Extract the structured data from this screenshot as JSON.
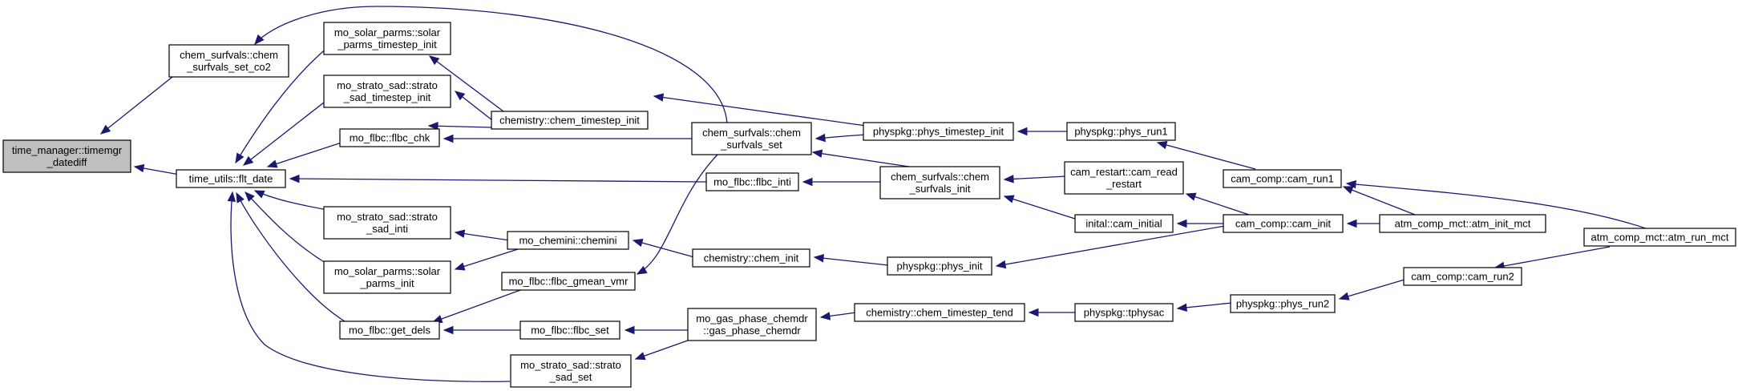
{
  "graph": {
    "colors": {
      "edge": "#191970",
      "node_border": "#000000",
      "root_fill": "#bfbfbf",
      "node_fill": "#ffffff"
    },
    "nodes": [
      {
        "id": "n_timemgr",
        "lines": [
          "time_manager::timemgr",
          "_datediff"
        ],
        "root": true
      },
      {
        "id": "n_surf_co2",
        "lines": [
          "chem_surfvals::chem",
          "_surfvals_set_co2"
        ]
      },
      {
        "id": "n_flt_date",
        "lines": [
          "time_utils::flt_date"
        ]
      },
      {
        "id": "n_solar_ts",
        "lines": [
          "mo_solar_parms::solar",
          "_parms_timestep_init"
        ]
      },
      {
        "id": "n_strato_ts",
        "lines": [
          "mo_strato_sad::strato",
          "_sad_timestep_init"
        ]
      },
      {
        "id": "n_flbc_chk",
        "lines": [
          "mo_flbc::flbc_chk"
        ]
      },
      {
        "id": "n_strato_inti",
        "lines": [
          "mo_strato_sad::strato",
          "_sad_inti"
        ]
      },
      {
        "id": "n_solar_init",
        "lines": [
          "mo_solar_parms::solar",
          "_parms_init"
        ]
      },
      {
        "id": "n_get_dels",
        "lines": [
          "mo_flbc::get_dels"
        ]
      },
      {
        "id": "n_chem_ts_init",
        "lines": [
          "chemistry::chem_timestep_init"
        ]
      },
      {
        "id": "n_chemini",
        "lines": [
          "mo_chemini::chemini"
        ]
      },
      {
        "id": "n_gmean_vmr",
        "lines": [
          "mo_flbc::flbc_gmean_vmr"
        ]
      },
      {
        "id": "n_flbc_set",
        "lines": [
          "mo_flbc::flbc_set"
        ]
      },
      {
        "id": "n_strato_set",
        "lines": [
          "mo_strato_sad::strato",
          "_sad_set"
        ]
      },
      {
        "id": "n_surf_set",
        "lines": [
          "chem_surfvals::chem",
          "_surfvals_set"
        ]
      },
      {
        "id": "n_flbc_inti",
        "lines": [
          "mo_flbc::flbc_inti"
        ]
      },
      {
        "id": "n_chem_init",
        "lines": [
          "chemistry::chem_init"
        ]
      },
      {
        "id": "n_gas_phase",
        "lines": [
          "mo_gas_phase_chemdr",
          "::gas_phase_chemdr"
        ]
      },
      {
        "id": "n_phys_ts_init",
        "lines": [
          "physpkg::phys_timestep_init"
        ]
      },
      {
        "id": "n_surf_init",
        "lines": [
          "chem_surfvals::chem",
          "_surfvals_init"
        ]
      },
      {
        "id": "n_phys_init",
        "lines": [
          "physpkg::phys_init"
        ]
      },
      {
        "id": "n_chem_ts_tend",
        "lines": [
          "chemistry::chem_timestep_tend"
        ]
      },
      {
        "id": "n_phys_run1",
        "lines": [
          "physpkg::phys_run1"
        ]
      },
      {
        "id": "n_cam_restart",
        "lines": [
          "cam_restart::cam_read",
          "_restart"
        ]
      },
      {
        "id": "n_cam_initial",
        "lines": [
          "inital::cam_initial"
        ]
      },
      {
        "id": "n_tphysac",
        "lines": [
          "physpkg::tphysac"
        ]
      },
      {
        "id": "n_cam_run1",
        "lines": [
          "cam_comp::cam_run1"
        ]
      },
      {
        "id": "n_cam_init",
        "lines": [
          "cam_comp::cam_init"
        ]
      },
      {
        "id": "n_phys_run2",
        "lines": [
          "physpkg::phys_run2"
        ]
      },
      {
        "id": "n_cam_run2",
        "lines": [
          "cam_comp::cam_run2"
        ]
      },
      {
        "id": "n_atm_init",
        "lines": [
          "atm_comp_mct::atm_init_mct"
        ]
      },
      {
        "id": "n_atm_run",
        "lines": [
          "atm_comp_mct::atm_run_mct"
        ]
      }
    ],
    "edges": [
      {
        "from": "n_surf_co2",
        "to": "n_timemgr"
      },
      {
        "from": "n_flt_date",
        "to": "n_timemgr"
      },
      {
        "from": "n_surf_set",
        "to": "n_surf_co2"
      },
      {
        "from": "n_solar_ts",
        "to": "n_flt_date"
      },
      {
        "from": "n_strato_ts",
        "to": "n_flt_date"
      },
      {
        "from": "n_flbc_chk",
        "to": "n_flt_date"
      },
      {
        "from": "n_flbc_inti",
        "to": "n_flt_date"
      },
      {
        "from": "n_strato_inti",
        "to": "n_flt_date"
      },
      {
        "from": "n_solar_init",
        "to": "n_flt_date"
      },
      {
        "from": "n_get_dels",
        "to": "n_flt_date"
      },
      {
        "from": "n_strato_set",
        "to": "n_flt_date"
      },
      {
        "from": "n_chem_ts_init",
        "to": "n_solar_ts"
      },
      {
        "from": "n_chem_ts_init",
        "to": "n_strato_ts"
      },
      {
        "from": "n_chem_ts_init",
        "to": "n_flbc_chk"
      },
      {
        "from": "n_surf_set",
        "to": "n_flbc_chk"
      },
      {
        "from": "n_chemini",
        "to": "n_strato_inti"
      },
      {
        "from": "n_chemini",
        "to": "n_solar_init"
      },
      {
        "from": "n_gmean_vmr",
        "to": "n_get_dels"
      },
      {
        "from": "n_flbc_set",
        "to": "n_get_dels"
      },
      {
        "from": "n_phys_ts_init",
        "to": "n_chem_ts_init"
      },
      {
        "from": "n_chem_init",
        "to": "n_chemini"
      },
      {
        "from": "n_surf_set",
        "to": "n_gmean_vmr"
      },
      {
        "from": "n_gas_phase",
        "to": "n_flbc_set"
      },
      {
        "from": "n_gas_phase",
        "to": "n_strato_set"
      },
      {
        "from": "n_phys_ts_init",
        "to": "n_surf_set"
      },
      {
        "from": "n_surf_init",
        "to": "n_surf_set"
      },
      {
        "from": "n_surf_init",
        "to": "n_flbc_inti"
      },
      {
        "from": "n_phys_init",
        "to": "n_chem_init"
      },
      {
        "from": "n_chem_ts_tend",
        "to": "n_gas_phase"
      },
      {
        "from": "n_phys_run1",
        "to": "n_phys_ts_init"
      },
      {
        "from": "n_cam_restart",
        "to": "n_surf_init"
      },
      {
        "from": "n_cam_initial",
        "to": "n_surf_init"
      },
      {
        "from": "n_cam_init",
        "to": "n_phys_init"
      },
      {
        "from": "n_tphysac",
        "to": "n_chem_ts_tend"
      },
      {
        "from": "n_cam_run1",
        "to": "n_phys_run1"
      },
      {
        "from": "n_cam_init",
        "to": "n_cam_restart"
      },
      {
        "from": "n_cam_init",
        "to": "n_cam_initial"
      },
      {
        "from": "n_phys_run2",
        "to": "n_tphysac"
      },
      {
        "from": "n_atm_init",
        "to": "n_cam_run1"
      },
      {
        "from": "n_atm_run",
        "to": "n_cam_run1"
      },
      {
        "from": "n_atm_init",
        "to": "n_cam_init"
      },
      {
        "from": "n_cam_run2",
        "to": "n_phys_run2"
      },
      {
        "from": "n_atm_run",
        "to": "n_cam_run2"
      }
    ]
  }
}
